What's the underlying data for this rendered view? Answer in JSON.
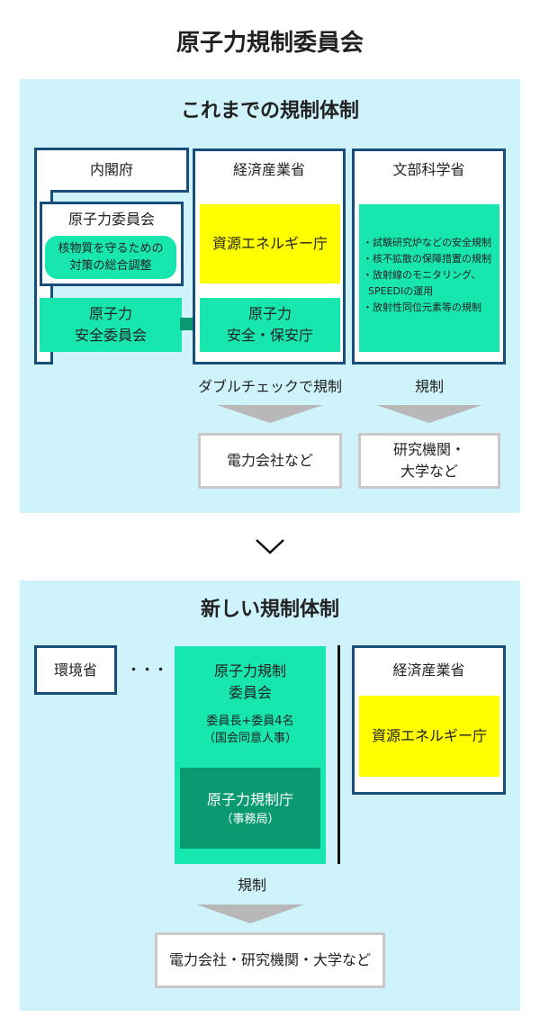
{
  "page_title": "原子力規制委員会",
  "old_system": {
    "heading": "これまでの規制体制",
    "naikakufu": "内閣府",
    "genshiryoku_iinkai": "原子力委員会",
    "genshiryoku_iinkai_note_1": "核物質を守るための",
    "genshiryoku_iinkai_note_2": "対策の総合調整",
    "anzen_iinkai_1": "原子力",
    "anzen_iinkai_2": "安全委員会",
    "keizai_sangyousho": "経済産業省",
    "shigen_energy": "資源エネルギー庁",
    "hoanchou_1": "原子力",
    "hoanchou_2": "安全・保安庁",
    "monbukagakusho": "文部科学省",
    "monka_items": [
      "・試験研究炉などの安全規制",
      "・核不拡散の保障措置の規制",
      "・放射線のモニタリング、",
      "SPEEDIの運用",
      "・放射性同位元素等の規制"
    ],
    "double_check": "ダブルチェックで規制",
    "kisei": "規制",
    "target_power": "電力会社など",
    "target_research_1": "研究機関・",
    "target_research_2": "大学など"
  },
  "new_system": {
    "heading": "新しい規制体制",
    "kankyousho": "環境省",
    "dots": "・・・",
    "nra_1": "原子力規制",
    "nra_2": "委員会",
    "members_1": "委員長+委員4名",
    "members_2": "（国会同意人事）",
    "nra_agency": "原子力規制庁",
    "nra_agency_sub": "（事務局）",
    "keizai_sangyousho": "経済産業省",
    "shigen_energy": "資源エネルギー庁",
    "kisei": "規制",
    "target": "電力会社・研究機関・大学など"
  },
  "colors": {
    "panel": "#cff3fb",
    "navy": "#1a4e7a",
    "green": "#17e6ae",
    "dark_green": "#0a9a72",
    "yellow": "#ffff00",
    "grey": "#c9c9c9"
  }
}
